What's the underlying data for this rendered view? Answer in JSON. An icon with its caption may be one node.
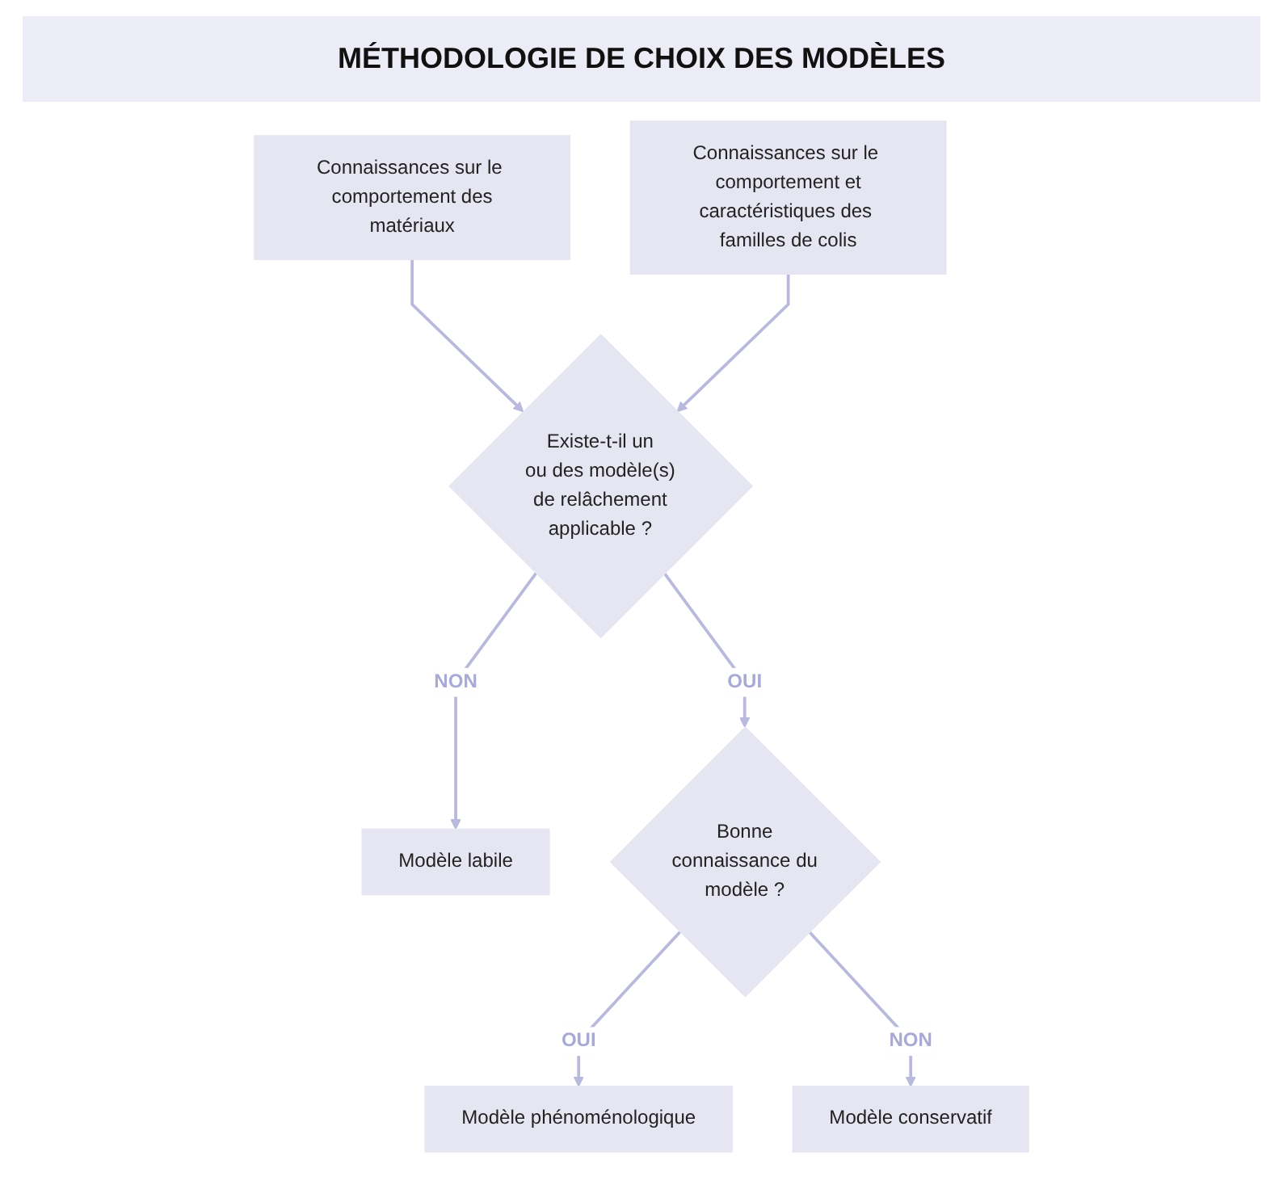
{
  "diagram": {
    "title": "MÉTHODOLOGIE DE CHOIX DES MODÈLES",
    "nodes": [
      {
        "text": [
          "Connaissances sur le comportement des matériaux"
        ]
      },
      {
        "text": [
          "Connaissances sur le comportement et caractéristiques des familles de colis"
        ]
      },
      {
        "text": [
          "Existe-t-il un ou des modèle(s) de relâchement applicable ?"
        ]
      },
      {
        "text": [
          "Modèle labile"
        ]
      },
      {
        "text": [
          "Bonne connaissance du modèle ?"
        ]
      },
      {
        "text": [
          "Modèle phénoménologique"
        ]
      },
      {
        "text": [
          "Modèle conservatif"
        ]
      }
    ],
    "edges": [
      {
        "from": 0,
        "to": 2,
        "arrow": "to"
      },
      {
        "from": 1,
        "to": 2,
        "arrow": "to"
      },
      {
        "from": 2,
        "to": 3,
        "arrow": "to",
        "label": "NON"
      },
      {
        "from": 2,
        "to": 4,
        "arrow": "to",
        "label": "OUI"
      },
      {
        "from": 4,
        "to": 5,
        "arrow": "to",
        "label": "OUI"
      },
      {
        "from": 4,
        "to": 6,
        "arrow": "to",
        "label": "NON"
      }
    ]
  }
}
